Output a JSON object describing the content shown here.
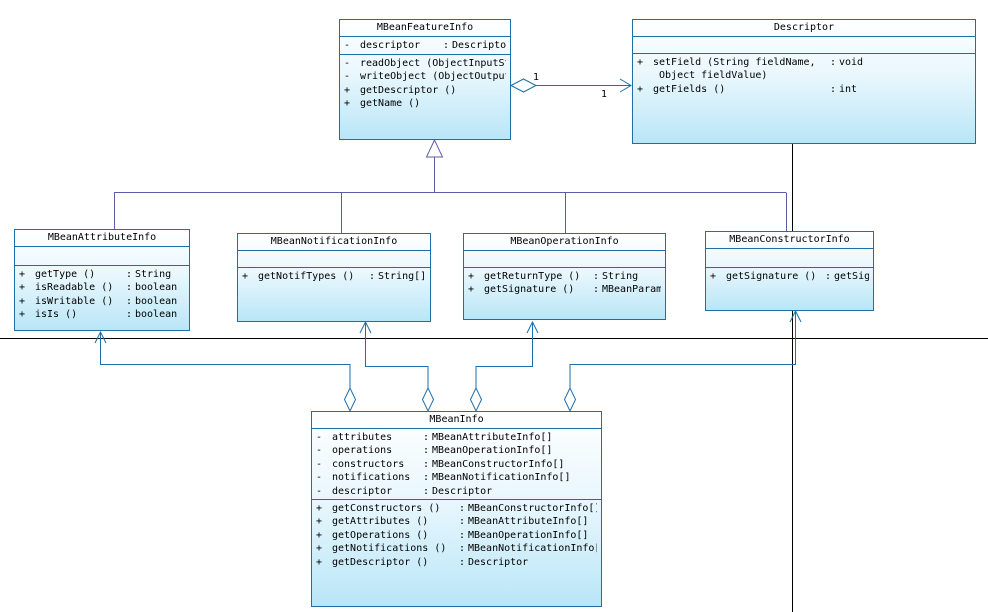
{
  "diagram": {
    "multiplicity_source": "1",
    "multiplicity_target": "1",
    "classes": {
      "feature": {
        "name": "MBeanFeatureInfo",
        "attributes": [
          {
            "vis": "-",
            "name": "descriptor",
            "type": "Descriptor"
          }
        ],
        "operations": [
          {
            "vis": "-",
            "name": "readObject (ObjectInputSt",
            "type": ""
          },
          {
            "vis": "-",
            "name": "writeObject (ObjectOutput",
            "type": ""
          },
          {
            "vis": "+",
            "name": "getDescriptor ()",
            "type": ""
          },
          {
            "vis": "+",
            "name": "getName ()",
            "type": ""
          }
        ]
      },
      "descriptor": {
        "name": "Descriptor",
        "operations": [
          {
            "vis": "+",
            "name": "setField (String fieldName,",
            "type": "void"
          },
          {
            "vis": "",
            "name": " Object fieldValue)",
            "type": ""
          },
          {
            "vis": "+",
            "name": "getFields ()",
            "type": "int"
          }
        ]
      },
      "attribute": {
        "name": "MBeanAttributeInfo",
        "operations": [
          {
            "vis": "+",
            "name": "getType ()",
            "type": "String"
          },
          {
            "vis": "+",
            "name": "isReadable ()",
            "type": "boolean"
          },
          {
            "vis": "+",
            "name": "isWritable ()",
            "type": "boolean"
          },
          {
            "vis": "+",
            "name": "isIs ()",
            "type": "boolean"
          }
        ]
      },
      "notification": {
        "name": "MBeanNotificationInfo",
        "operations": [
          {
            "vis": "+",
            "name": "getNotifTypes ()",
            "type": "String[]"
          }
        ]
      },
      "operation": {
        "name": "MBeanOperationInfo",
        "operations": [
          {
            "vis": "+",
            "name": "getReturnType ()",
            "type": "String"
          },
          {
            "vis": "+",
            "name": "getSignature ()",
            "type": "MBeanParam"
          }
        ]
      },
      "constructor": {
        "name": "MBeanConstructorInfo",
        "operations": [
          {
            "vis": "+",
            "name": "getSignature ()",
            "type": "getSig"
          }
        ]
      },
      "mbeaninfo": {
        "name": "MBeanInfo",
        "attributes": [
          {
            "vis": "-",
            "name": "attributes",
            "type": "MBeanAttributeInfo[]"
          },
          {
            "vis": "-",
            "name": "operations",
            "type": "MBeanOperationInfo[]"
          },
          {
            "vis": "-",
            "name": "constructors",
            "type": "MBeanConstructorInfo[]"
          },
          {
            "vis": "-",
            "name": "notifications",
            "type": "MBeanNotificationInfo[]"
          },
          {
            "vis": "-",
            "name": "descriptor",
            "type": "Descriptor"
          }
        ],
        "operations": [
          {
            "vis": "+",
            "name": "getConstructors ()",
            "type": "MBeanConstructorInfo[]"
          },
          {
            "vis": "+",
            "name": "getAttributes ()",
            "type": "MBeanAttributeInfo[]"
          },
          {
            "vis": "+",
            "name": "getOperations ()",
            "type": "MBeanOperationInfo[]"
          },
          {
            "vis": "+",
            "name": "getNotifications ()",
            "type": "MBeanNotificationInfo["
          },
          {
            "vis": "+",
            "name": "getDescriptor ()",
            "type": "Descriptor"
          }
        ]
      }
    }
  }
}
